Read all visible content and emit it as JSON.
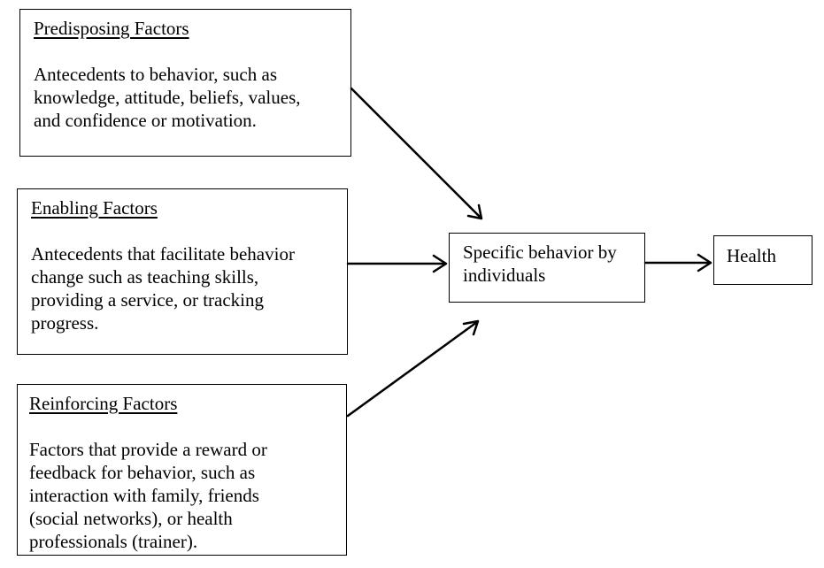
{
  "diagram": {
    "nodes": {
      "predisposing": {
        "title": "Predisposing Factors",
        "body": "Antecedents to behavior, such as\nknowledge, attitude, beliefs, values,\nand confidence or motivation."
      },
      "enabling": {
        "title": "Enabling Factors",
        "body": "Antecedents that facilitate behavior\nchange such as teaching skills,\nproviding a service, or tracking\nprogress."
      },
      "reinforcing": {
        "title": "Reinforcing Factors",
        "body": "Factors that provide a reward or\nfeedback for behavior, such as\ninteraction with family, friends\n(social networks), or health\nprofessionals (trainer)."
      },
      "behavior": {
        "label": "Specific behavior by\nindividuals"
      },
      "health": {
        "label": "Health"
      }
    },
    "edges": [
      {
        "from": "Predisposing Factors",
        "to": "Specific behavior by individuals"
      },
      {
        "from": "Enabling Factors",
        "to": "Specific behavior by individuals"
      },
      {
        "from": "Reinforcing Factors",
        "to": "Specific behavior by individuals"
      },
      {
        "from": "Specific behavior by individuals",
        "to": "Health"
      }
    ]
  }
}
